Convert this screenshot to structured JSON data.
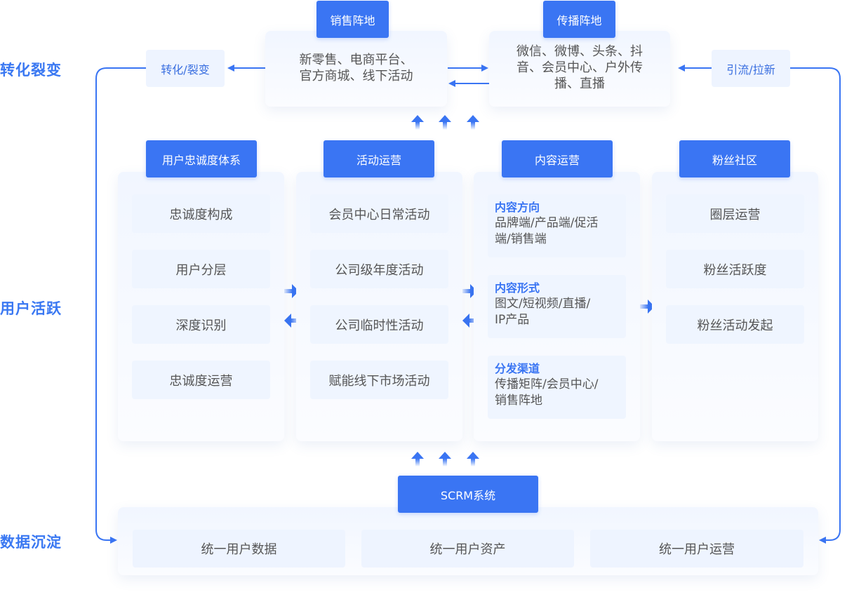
{
  "row_labels": {
    "conversion": "转化裂变",
    "activity": "用户活跃",
    "data": "数据沉淀"
  },
  "side_pills": {
    "left": "转化/裂变",
    "right": "引流/拉新"
  },
  "top": {
    "sales": {
      "title": "销售阵地",
      "lines": [
        "新零售、电商平台、",
        "官方商城、线下活动"
      ]
    },
    "media": {
      "title": "传播阵地",
      "lines": [
        "微信、微博、头条、抖",
        "音、会员中心、户外传",
        "播、直播"
      ]
    }
  },
  "columns": [
    {
      "title": "用户忠诚度体系",
      "items": [
        "忠诚度构成",
        "用户分层",
        "深度识别",
        "忠诚度运营"
      ]
    },
    {
      "title": "活动运营",
      "items": [
        "会员中心日常活动",
        "公司级年度活动",
        "公司临时性活动",
        "赋能线下市场活动"
      ]
    },
    {
      "title": "内容运营",
      "items": [
        {
          "heading": "内容方向",
          "lines": [
            "品牌端/产品端/促活",
            "端/销售端"
          ]
        },
        {
          "heading": "内容形式",
          "lines": [
            "图文/短视频/直播/",
            "IP产品"
          ]
        },
        {
          "heading": "分发渠道",
          "lines": [
            "传播矩阵/会员中心/",
            "销售阵地"
          ]
        }
      ]
    },
    {
      "title": "粉丝社区",
      "items": [
        "圈层运营",
        "粉丝活跃度",
        "粉丝活动发起"
      ]
    }
  ],
  "bottom": {
    "title": "SCRM系统",
    "items": [
      "统一用户数据",
      "统一用户资产",
      "统一用户运营"
    ]
  },
  "colors": {
    "accent": "#3a75f3",
    "label": "#3a78f2",
    "card_bg": "#f1f6ff",
    "item_bg": "#eff5ff",
    "text": "#555555"
  }
}
